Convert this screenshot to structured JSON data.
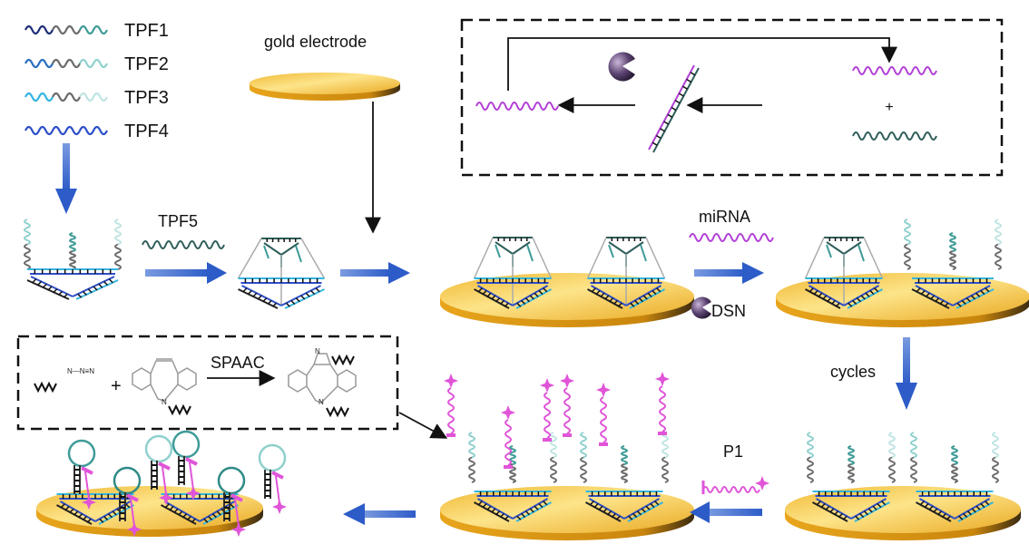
{
  "legend": {
    "items": [
      {
        "label": "TPF1",
        "colors": [
          "#1e2f78",
          "#6b6b6b",
          "#3f9c98"
        ]
      },
      {
        "label": "TPF2",
        "colors": [
          "#2a6fc0",
          "#6b6b6b",
          "#8fd0cd"
        ]
      },
      {
        "label": "TPF3",
        "colors": [
          "#33b6e0",
          "#6b6b6b",
          "#bfe4e2"
        ]
      },
      {
        "label": "TPF4",
        "colors": [
          "#2d4fc8",
          "#2d4fc8",
          "#2d4fc8"
        ]
      }
    ]
  },
  "labels": {
    "gold_electrode": "gold electrode",
    "tpf5": "TPF5",
    "mirna": "miRNA",
    "dsn": "DSN",
    "cycles": "cycles",
    "p1": "P1",
    "spaac": "SPAAC",
    "plus": "+"
  },
  "chemistry": {
    "azide": "N—N≡N",
    "triazole_n": "N",
    "amine_n": "N"
  },
  "colors": {
    "mirna": "#b23fd6",
    "dsn": "#5a4270",
    "tpf5": "#2f5e5a",
    "p1": "#e055d8",
    "flow_arrow": "#3a67c8",
    "gold": "#f2c13e"
  }
}
